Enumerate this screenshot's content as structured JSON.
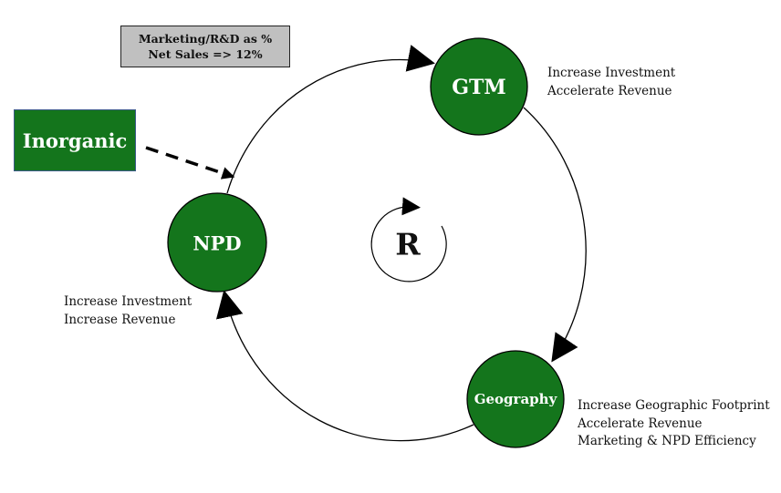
{
  "metric_box": {
    "line1": "Marketing/R&D as %",
    "line2": "Net Sales => 12%"
  },
  "inorganic": {
    "label": "Inorganic"
  },
  "cycle_center": {
    "label": "R",
    "icon": "reinforcing-loop-icon"
  },
  "nodes": {
    "gtm": {
      "label": "GTM",
      "notes": [
        "Increase Investment",
        "Accelerate Revenue"
      ]
    },
    "npd": {
      "label": "NPD",
      "notes": [
        "Increase Investment",
        "Increase Revenue"
      ]
    },
    "geography": {
      "label": "Geography",
      "notes": [
        "Increase Geographic Footprint",
        "Accelerate Revenue",
        "Marketing & NPD Efficiency"
      ]
    }
  },
  "colors": {
    "node_fill": "#14751c",
    "metric_fill": "#c0c0c0",
    "inorganic_border": "#3c5a8a",
    "stroke": "#000000"
  }
}
